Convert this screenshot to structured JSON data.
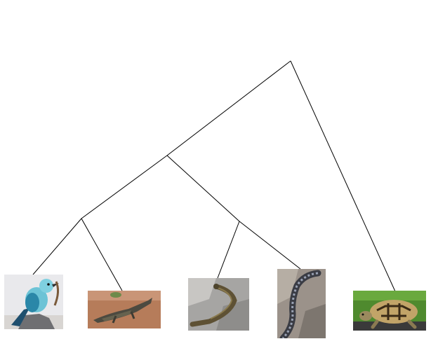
{
  "diagram": {
    "type": "phylogenetic-tree",
    "root": {
      "children": [
        {
          "children": [
            {
              "children": [
                {
                  "tip": "european-roller"
                },
                {
                  "tip": "crocodile"
                }
              ]
            },
            {
              "children": [
                {
                  "tip": "wall-lizard"
                },
                {
                  "tip": "snake"
                }
              ]
            }
          ]
        },
        {
          "tip": "tortoise"
        }
      ]
    },
    "tips": [
      {
        "id": "european-roller",
        "icon": "bird-photo-icon"
      },
      {
        "id": "crocodile",
        "icon": "crocodile-photo-icon"
      },
      {
        "id": "wall-lizard",
        "icon": "lizard-photo-icon"
      },
      {
        "id": "snake",
        "icon": "snake-photo-icon"
      },
      {
        "id": "tortoise",
        "icon": "tortoise-photo-icon"
      }
    ],
    "colors": {
      "branch": "#000000",
      "background": "#ffffff"
    }
  }
}
